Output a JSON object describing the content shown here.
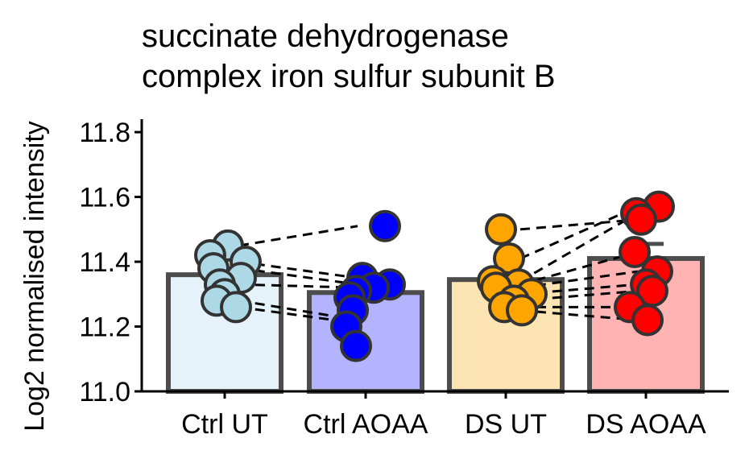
{
  "chart_data": {
    "type": "bar",
    "title_lines": [
      "succinate dehydrogenase",
      "complex iron sulfur subunit B"
    ],
    "xlabel": "",
    "ylabel": "Log2 normalised intensity",
    "ylim": [
      11.0,
      11.84
    ],
    "yticks": [
      11.0,
      11.2,
      11.4,
      11.6,
      11.8
    ],
    "ytick_labels": [
      "11.0",
      "11.2",
      "11.4",
      "11.6",
      "11.8"
    ],
    "categories": [
      "Ctrl UT",
      "Ctrl AOAA",
      "DS UT",
      "DS AOAA"
    ],
    "values": [
      11.36,
      11.305,
      11.345,
      11.41
    ],
    "error_upper": [
      null,
      11.335,
      null,
      11.455
    ],
    "bar_fill_colors": [
      "#e6f2fa",
      "#b3b3ff",
      "#fde4b3",
      "#ffb3b3"
    ],
    "bar_edge_color": "#4d4d4d",
    "point_colors": [
      "#add8e6",
      "#0000ff",
      "#ffa500",
      "#ff0000"
    ],
    "points": [
      [
        11.45,
        11.42,
        11.4,
        11.38,
        11.35,
        11.33,
        11.3,
        11.28,
        11.26
      ],
      [
        11.51,
        11.35,
        11.33,
        11.32,
        11.31,
        11.29,
        11.25,
        11.2,
        11.14
      ],
      [
        11.5,
        11.41,
        11.34,
        11.33,
        11.32,
        11.3,
        11.28,
        11.26,
        11.25
      ],
      [
        11.57,
        11.55,
        11.53,
        11.43,
        11.37,
        11.33,
        11.31,
        11.26,
        11.22
      ]
    ],
    "pairs": [
      [
        [
          0,
          11.45
        ],
        [
          1,
          11.51
        ]
      ],
      [
        [
          0,
          11.4
        ],
        [
          1,
          11.35
        ]
      ],
      [
        [
          0,
          11.38
        ],
        [
          1,
          11.33
        ]
      ],
      [
        [
          0,
          11.33
        ],
        [
          1,
          11.32
        ]
      ],
      [
        [
          0,
          11.28
        ],
        [
          1,
          11.22
        ]
      ],
      [
        [
          0,
          11.26
        ],
        [
          1,
          11.21
        ]
      ],
      [
        [
          2,
          11.5
        ],
        [
          3,
          11.53
        ]
      ],
      [
        [
          2,
          11.41
        ],
        [
          3,
          11.57
        ]
      ],
      [
        [
          2,
          11.34
        ],
        [
          3,
          11.55
        ]
      ],
      [
        [
          2,
          11.33
        ],
        [
          3,
          11.43
        ]
      ],
      [
        [
          2,
          11.32
        ],
        [
          3,
          11.37
        ]
      ],
      [
        [
          2,
          11.3
        ],
        [
          3,
          11.33
        ]
      ],
      [
        [
          2,
          11.28
        ],
        [
          3,
          11.31
        ]
      ],
      [
        [
          2,
          11.26
        ],
        [
          3,
          11.26
        ]
      ],
      [
        [
          2,
          11.25
        ],
        [
          3,
          11.22
        ]
      ]
    ],
    "grid": false,
    "legend": "none"
  }
}
